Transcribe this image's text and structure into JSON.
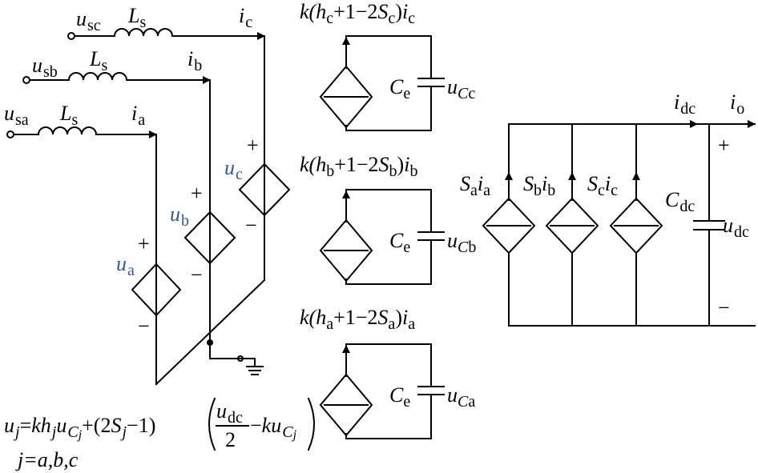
{
  "sources": {
    "a": {
      "voltage": "sa",
      "inductor": "s",
      "current": "a"
    },
    "b": {
      "voltage": "sb",
      "inductor": "s",
      "current": "b"
    },
    "c": {
      "voltage": "sc",
      "inductor": "s",
      "current": "c"
    }
  },
  "controlled_voltages": {
    "a": {
      "name": "u",
      "sub": "a"
    },
    "b": {
      "name": "u",
      "sub": "b"
    },
    "c": {
      "name": "u",
      "sub": "c"
    }
  },
  "signs": {
    "plus": "+",
    "minus": "−"
  },
  "capacitor_cells": {
    "c": {
      "k": "k(",
      "h": "h",
      "hsub": "c",
      "mid": "+1−2",
      "S": "S",
      "Ssub": "c",
      "close": ")",
      "i": "i",
      "isub": "c",
      "cap": "C",
      "capsub": "e",
      "volt": "u",
      "voltsub": "C",
      "voltsub2": "c"
    },
    "b": {
      "k": "k(",
      "h": "h",
      "hsub": "b",
      "mid": "+1−2",
      "S": "S",
      "Ssub": "b",
      "close": ")",
      "i": "i",
      "isub": "b",
      "cap": "C",
      "capsub": "e",
      "volt": "u",
      "voltsub": "C",
      "voltsub2": "b"
    },
    "a": {
      "k": "k(",
      "h": "h",
      "hsub": "a",
      "mid": "+1−2",
      "S": "S",
      "Ssub": "a",
      "close": ")",
      "i": "i",
      "isub": "a",
      "cap": "C",
      "capsub": "e",
      "volt": "u",
      "voltsub": "C",
      "voltsub2": "a"
    }
  },
  "dc_side": {
    "idc": {
      "name": "i",
      "sub": "dc"
    },
    "io": {
      "name": "i",
      "sub": "o"
    },
    "cdc": {
      "name": "C",
      "sub": "dc"
    },
    "udc": {
      "name": "u",
      "sub": "dc"
    },
    "sources": [
      {
        "S": "S",
        "Ssub": "a",
        "i": "i",
        "isub": "a"
      },
      {
        "S": "S",
        "Ssub": "b",
        "i": "i",
        "isub": "b"
      },
      {
        "S": "S",
        "Ssub": "c",
        "i": "i",
        "isub": "c"
      }
    ]
  },
  "equation": {
    "lhs": "u",
    "lhs_sub": "j",
    "eq": "=",
    "k": "k",
    "h": "h",
    "h_sub": "j",
    "u": "u",
    "u_sub": "C",
    "u_sub2": "j",
    "plus": "+(2",
    "S": "S",
    "S_sub": "j",
    "minus1": "−1)",
    "frac_num": "u",
    "frac_num_sub": "dc",
    "frac_den": "2",
    "minus": "−",
    "k2": "k",
    "u2": "u",
    "u2_sub": "C",
    "u2_sub2": "j",
    "domain": "j=a,b,c"
  }
}
